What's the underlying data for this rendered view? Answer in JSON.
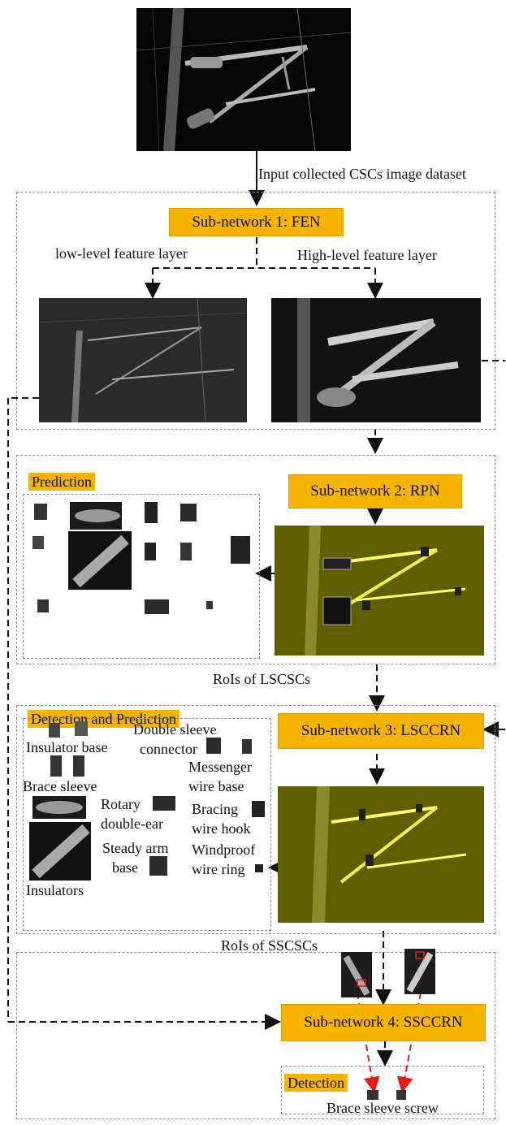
{
  "top_caption": "Input collected CSCs image dataset",
  "fen": {
    "title": "Sub-network 1: FEN",
    "low_label": "low-level feature layer",
    "high_label": "High-level feature layer"
  },
  "rpn": {
    "title": "Sub-network 2: RPN",
    "prediction_tag": "Prediction"
  },
  "lsc_caption": "RoIs of LSCSCs",
  "lsccrn": {
    "title": "Sub-network 3: LSCCRN",
    "tag": "Detection and Prediction",
    "labels": {
      "insulator_base": "Insulator base",
      "double_sleeve_1": "Double sleeve",
      "double_sleeve_2": "connector",
      "messenger_1": "Messenger",
      "messenger_2": "wire base",
      "brace_sleeve": "Brace sleeve",
      "rotary_1": "Rotary",
      "rotary_2": "double-ear",
      "bracing_1": "Bracing",
      "bracing_2": "wire hook",
      "steady_1": "Steady arm",
      "steady_2": "base",
      "windproof_1": "Windproof",
      "windproof_2": "wire ring",
      "insulators": "Insulators"
    }
  },
  "ssc_caption": "RoIs of SSCSCs",
  "ssccrn": {
    "title": "Sub-network 4: SSCCRN",
    "tag": "Detection",
    "result": "Brace sleeve screw"
  },
  "colors": {
    "orange": "#f6b400",
    "dash": "#8a8a8a",
    "arrow": "#111111",
    "red_arrow": "#e01b1b",
    "yellow_tint": "#6b6a00"
  },
  "icons": [
    "catenary-photo",
    "feature-map",
    "detection-box",
    "arrow"
  ]
}
